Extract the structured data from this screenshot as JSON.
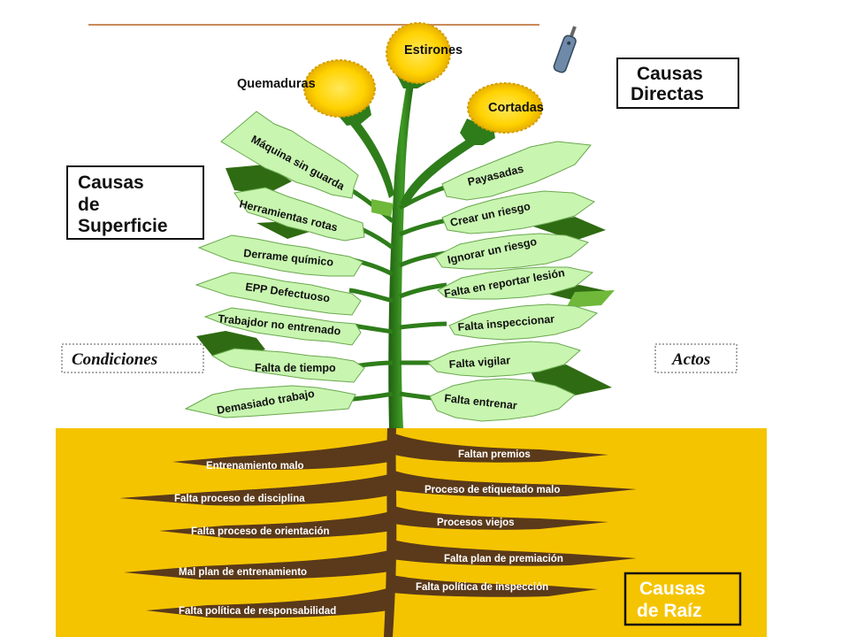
{
  "flowers": {
    "left": "Quemaduras",
    "top": "Estirones",
    "right": "Cortadas"
  },
  "boxes": {
    "direct_line1": "Causas",
    "direct_line2": "Directas",
    "surface_line1": "Causas",
    "surface_line2": "de",
    "surface_line3": "Superficie",
    "root_line1": "Causas",
    "root_line2": "de Raíz"
  },
  "side_labels": {
    "conditions": "Condiciones",
    "acts": "Actos"
  },
  "left_leaves": [
    "Máquina sin guarda",
    "Herramientas rotas",
    "Derrame químico",
    "EPP Defectuoso",
    "Trabajdor no entrenado",
    "Falta de tiempo",
    "Demasiado trabajo"
  ],
  "right_leaves": [
    "Payasadas",
    "Crear un riesgo",
    "Ignorar un riesgo",
    "Falta en reportar lesión",
    "Falta inspeccionar",
    "Falta vigilar",
    "Falta entrenar"
  ],
  "left_roots": [
    "Entrenamiento malo",
    "Falta proceso de disciplina",
    "Falta proceso de orientación",
    "Mal plan de entrenamiento",
    "Falta política de responsabilidad"
  ],
  "right_roots": [
    "Faltan premios",
    "Proceso de etiquetado malo",
    "Procesos viejos",
    "Falta plan de premiación",
    "Falta política de inspección"
  ],
  "colors": {
    "soil": "#f5c400",
    "root": "#5a3a1a",
    "stem": "#2e7d1a",
    "leaf": "#c8f5b0",
    "leaf_dark": "#2f6b12",
    "flower": "#ffd200",
    "flower_edge": "#d4a000"
  }
}
